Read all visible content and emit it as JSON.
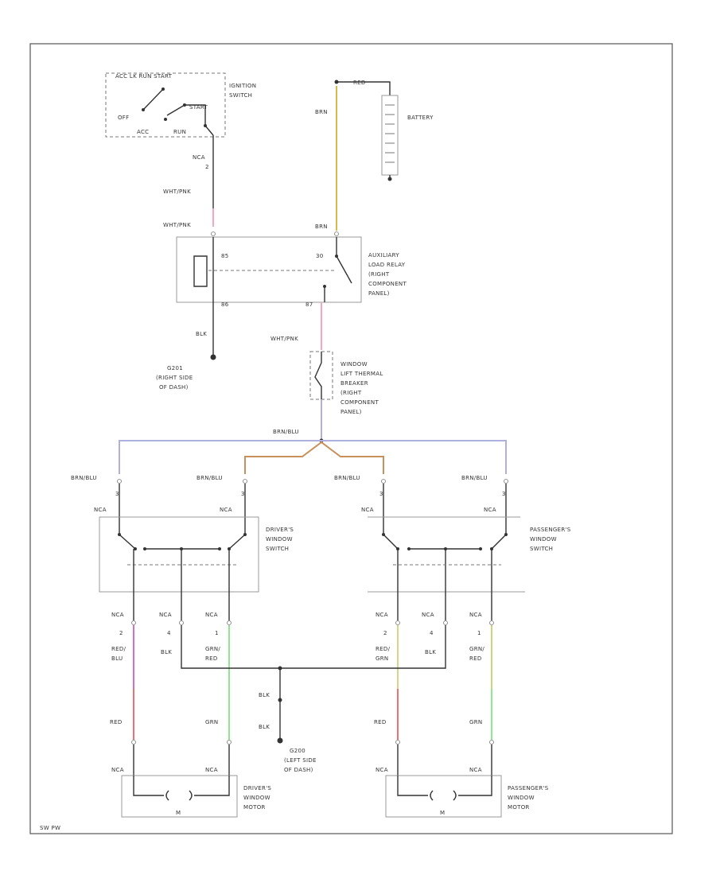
{
  "footer_code": "SW PW",
  "colors": {
    "wire": "#333333",
    "brn": "#d9b84a",
    "wht_pnk": "#f4a8c0",
    "brn_blu": "#b0b0e0",
    "brn_orange": "#c8905a",
    "red_blu": "#d070c8",
    "grn": "#8ee88e",
    "red": "#f07070",
    "red_grn": "#d8d48a",
    "grn_red": "#c8d87a"
  },
  "ignition": {
    "positions": "ACC  LK  RUN  START",
    "switch_label": [
      "IGNITION",
      "SWITCH"
    ],
    "off": "OFF",
    "acc": "ACC",
    "run": "RUN",
    "start": "START",
    "conn": "NCA",
    "pin": "2",
    "wire_out": "WHT/PNK"
  },
  "battery": {
    "label": "BATTERY",
    "red": "RED",
    "brn": "BRN"
  },
  "relay": {
    "wht_pnk": "WHT/PNK",
    "brn": "BRN",
    "pin_85": "85",
    "pin_30": "30",
    "pin_86": "86",
    "pin_87": "87",
    "label": [
      "AUXILIARY",
      "LOAD RELAY",
      "(RIGHT",
      "COMPONENT",
      "PANEL)"
    ],
    "ground_wire": "BLK"
  },
  "ground_g201": {
    "label": [
      "G201",
      "(RIGHT SIDE",
      "OF DASH)"
    ]
  },
  "breaker": {
    "wire_in": "WHT/PNK",
    "label": [
      "WINDOW",
      "LIFT THERMAL",
      "BREAKER",
      "(RIGHT",
      "COMPONENT",
      "PANEL)"
    ],
    "wire_out": "BRN/BLU"
  },
  "feeds": {
    "wire": "BRN/BLU",
    "pin": "3",
    "conn": "NCA"
  },
  "driver_switch": {
    "label": [
      "DRIVER'S",
      "WINDOW",
      "SWITCH"
    ]
  },
  "passenger_switch": {
    "label": [
      "PASSENGER'S",
      "WINDOW",
      "SWITCH"
    ]
  },
  "driver_out": {
    "conn": "NCA",
    "pin_2": "2",
    "pin_4": "4",
    "pin_1": "1",
    "red_blu": [
      "RED/",
      "BLU"
    ],
    "blk": "BLK",
    "grn_red": [
      "GRN/",
      "RED"
    ],
    "red": "RED",
    "grn": "GRN"
  },
  "passenger_out": {
    "conn": "NCA",
    "pin_2": "2",
    "pin_4": "4",
    "pin_1": "1",
    "red_grn": [
      "RED/",
      "GRN"
    ],
    "blk": "BLK",
    "grn_red": [
      "GRN/",
      "RED"
    ],
    "red": "RED",
    "grn": "GRN"
  },
  "ground_g200": {
    "blk": "BLK",
    "label": [
      "G200",
      "(LEFT SIDE",
      "OF DASH)"
    ]
  },
  "driver_motor": {
    "conn": "NCA",
    "m": "M",
    "label": [
      "DRIVER'S",
      "WINDOW",
      "MOTOR"
    ]
  },
  "passenger_motor": {
    "conn": "NCA",
    "m": "M",
    "label": [
      "PASSENGER'S",
      "WINDOW",
      "MOTOR"
    ]
  }
}
